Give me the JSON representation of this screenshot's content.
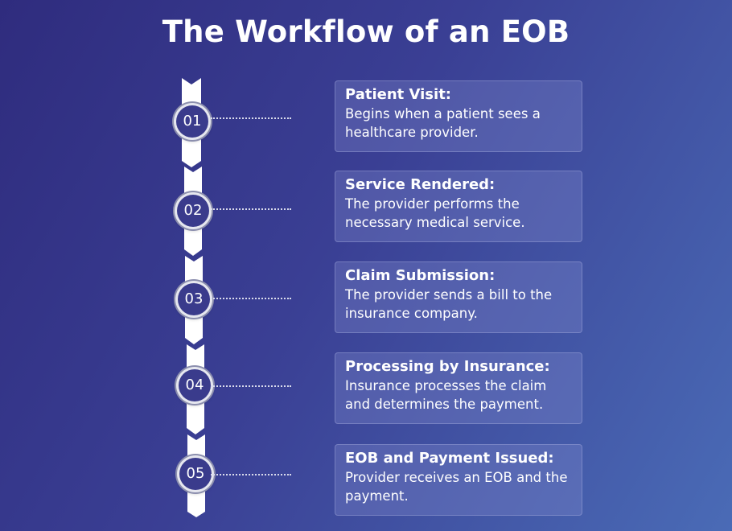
{
  "title": "The Workflow of an EOB",
  "colors": {
    "background_start": "#2f2c7e",
    "background_end": "#4a6bb6",
    "text": "#ffffff",
    "spine": "#ffffff"
  },
  "steps": [
    {
      "number": "01",
      "title": "Patient Visit:",
      "body": "Begins when a patient sees a healthcare provider."
    },
    {
      "number": "02",
      "title": "Service Rendered:",
      "body": "The provider performs the necessary medical service."
    },
    {
      "number": "03",
      "title": "Claim Submission:",
      "body": "The provider sends a bill to the insurance company."
    },
    {
      "number": "04",
      "title": "Processing by Insurance:",
      "body": "Insurance processes the claim and determines the payment."
    },
    {
      "number": "05",
      "title": "EOB and Payment Issued:",
      "body": "Provider receives an EOB and the payment."
    }
  ]
}
